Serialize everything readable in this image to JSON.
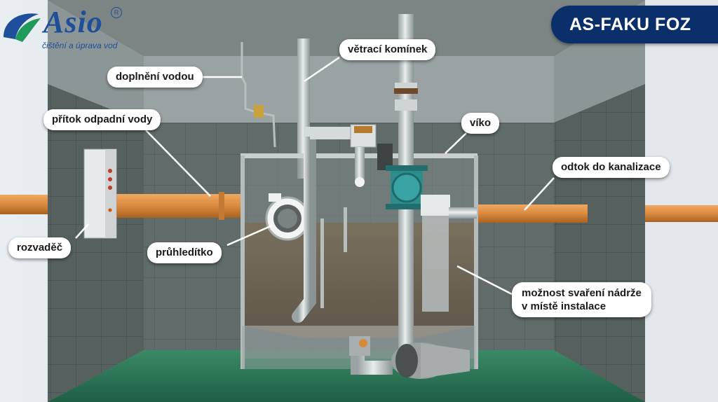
{
  "brand": {
    "logo_text": "Asio",
    "tagline": "čištění a úprava vod",
    "registered_mark": "R"
  },
  "product_title": "AS-FAKU FOZ",
  "callouts": {
    "ventilation_chimney": "větrací komínek",
    "water_refill": "doplnění vodou",
    "wastewater_inflow": "přítok odpadní vody",
    "lid": "víko",
    "sewer_outflow": "odtok do kanalizace",
    "switchboard": "rozvaděč",
    "sight_glass": "průhledítko",
    "weld_option_line1": "možnost svaření nádrže",
    "weld_option_line2": "v místě instalace"
  },
  "colors": {
    "brand_blue": "#1e4f9a",
    "brand_green": "#1f9a5a",
    "title_bar": "#0b2f6b",
    "pipe_orange": "#d98a3f",
    "floor_green": "#2f7a5a",
    "tile_gray": "#5f6a68"
  }
}
